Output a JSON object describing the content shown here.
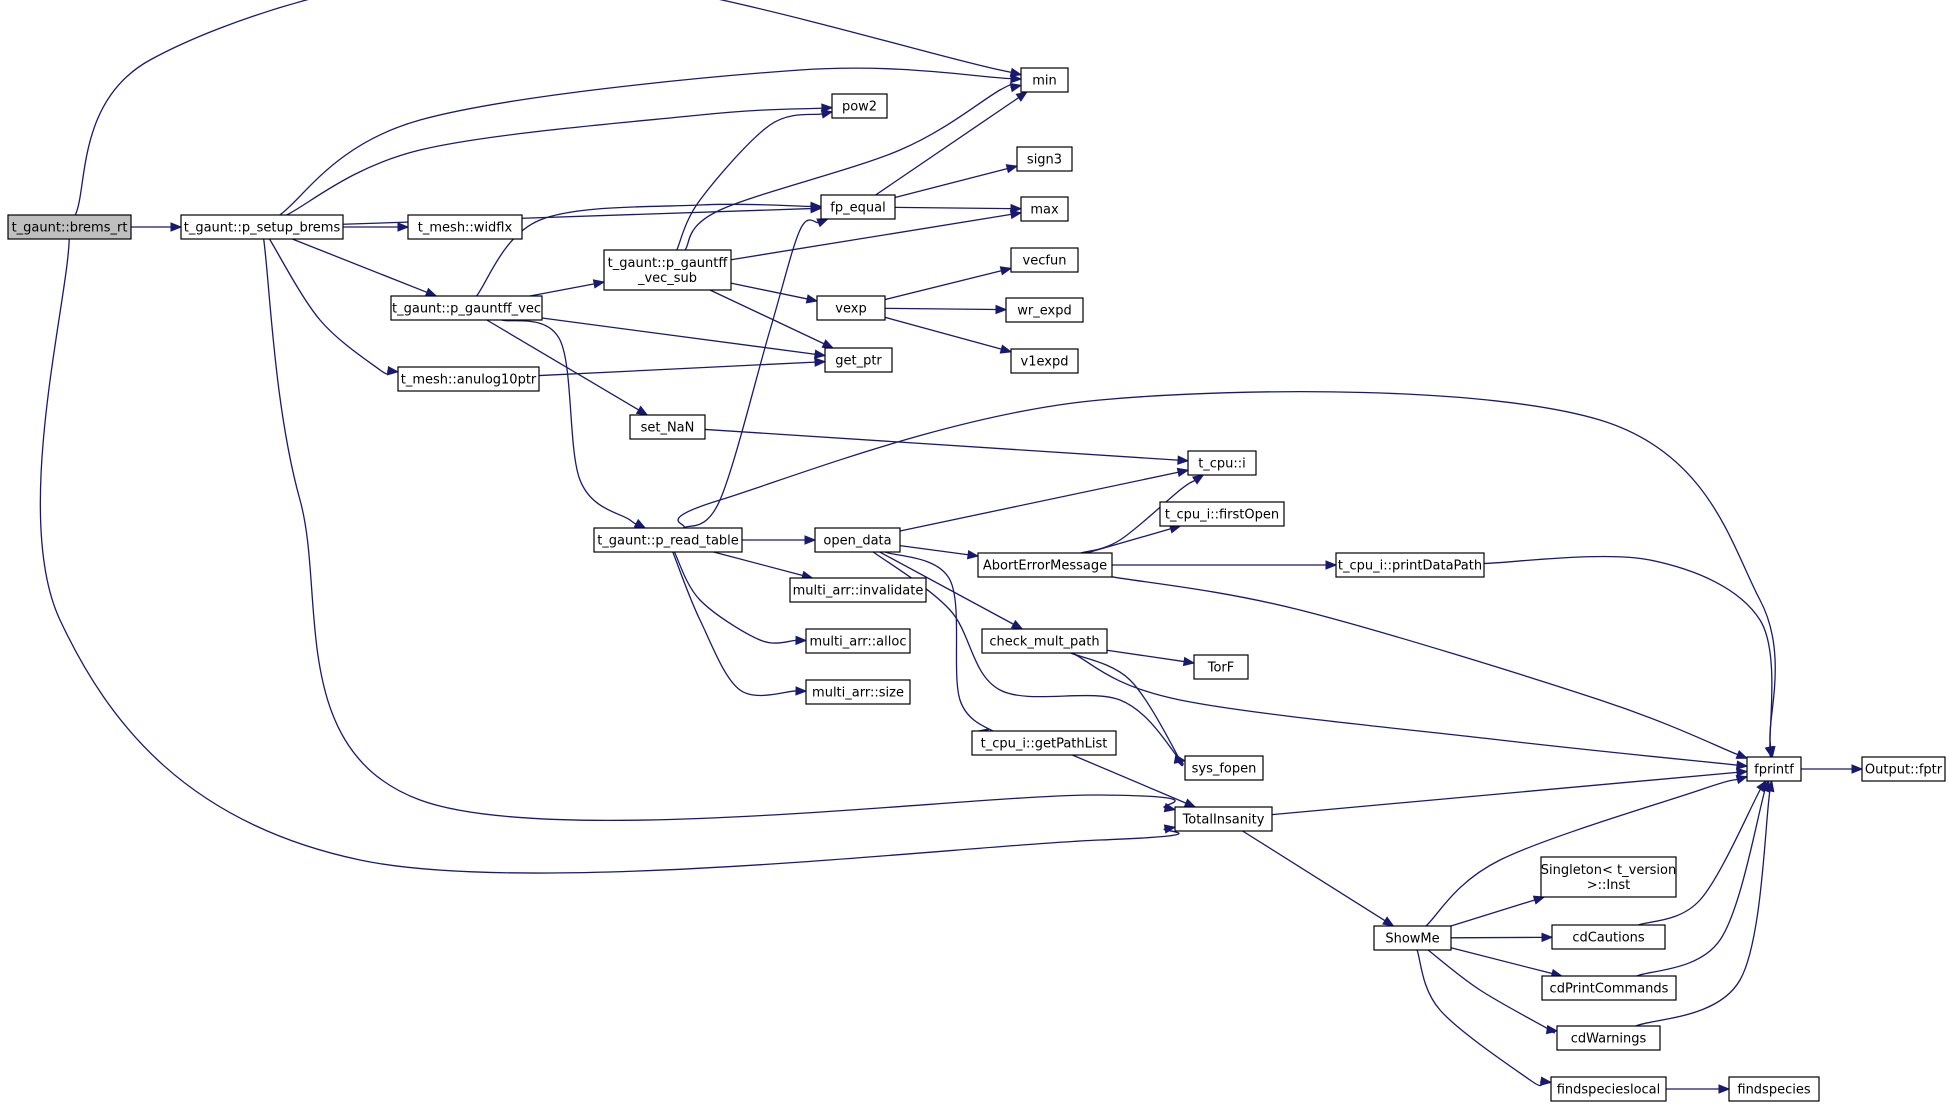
{
  "colors": {
    "edge": "#191970",
    "root_fill": "#bfbfbf",
    "node_fill": "#ffffff",
    "node_border": "#000000"
  },
  "nodes": [
    {
      "id": "brems_rt",
      "lines": [
        "t_gaunt::brems_rt"
      ],
      "root": true
    },
    {
      "id": "p_setup_brems",
      "lines": [
        "t_gaunt::p_setup_brems"
      ]
    },
    {
      "id": "min",
      "lines": [
        "min"
      ]
    },
    {
      "id": "pow2",
      "lines": [
        "pow2"
      ]
    },
    {
      "id": "fp_equal",
      "lines": [
        "fp_equal"
      ]
    },
    {
      "id": "widflx",
      "lines": [
        "t_mesh::widflx"
      ]
    },
    {
      "id": "p_gauntff_vec",
      "lines": [
        "t_gaunt::p_gauntff_vec"
      ]
    },
    {
      "id": "anulog10ptr",
      "lines": [
        "t_mesh::anulog10ptr"
      ]
    },
    {
      "id": "p_gauntff_vec_sub",
      "lines": [
        "t_gaunt::p_gauntff",
        "_vec_sub"
      ]
    },
    {
      "id": "sign3",
      "lines": [
        "sign3"
      ]
    },
    {
      "id": "max",
      "lines": [
        "max"
      ]
    },
    {
      "id": "vecfun",
      "lines": [
        "vecfun"
      ]
    },
    {
      "id": "vexp",
      "lines": [
        "vexp"
      ]
    },
    {
      "id": "wr_expd",
      "lines": [
        "wr_expd"
      ]
    },
    {
      "id": "get_ptr",
      "lines": [
        "get_ptr"
      ]
    },
    {
      "id": "v1expd",
      "lines": [
        "v1expd"
      ]
    },
    {
      "id": "set_NaN",
      "lines": [
        "set_NaN"
      ]
    },
    {
      "id": "t_cpu_i",
      "lines": [
        "t_cpu::i"
      ]
    },
    {
      "id": "firstOpen",
      "lines": [
        "t_cpu_i::firstOpen"
      ]
    },
    {
      "id": "p_read_table",
      "lines": [
        "t_gaunt::p_read_table"
      ]
    },
    {
      "id": "open_data",
      "lines": [
        "open_data"
      ]
    },
    {
      "id": "AbortErrorMessage",
      "lines": [
        "AbortErrorMessage"
      ]
    },
    {
      "id": "printDataPath",
      "lines": [
        "t_cpu_i::printDataPath"
      ]
    },
    {
      "id": "invalidate",
      "lines": [
        "multi_arr::invalidate"
      ]
    },
    {
      "id": "alloc",
      "lines": [
        "multi_arr::alloc"
      ]
    },
    {
      "id": "size",
      "lines": [
        "multi_arr::size"
      ]
    },
    {
      "id": "check_mult_path",
      "lines": [
        "check_mult_path"
      ]
    },
    {
      "id": "TorF",
      "lines": [
        "TorF"
      ]
    },
    {
      "id": "getPathList",
      "lines": [
        "t_cpu_i::getPathList"
      ]
    },
    {
      "id": "sys_fopen",
      "lines": [
        "sys_fopen"
      ]
    },
    {
      "id": "fprintf",
      "lines": [
        "fprintf"
      ]
    },
    {
      "id": "Output_fptr",
      "lines": [
        "Output::fptr"
      ]
    },
    {
      "id": "TotalInsanity",
      "lines": [
        "TotalInsanity"
      ]
    },
    {
      "id": "Singleton_Inst",
      "lines": [
        "Singleton< t_version",
        ">::Inst"
      ]
    },
    {
      "id": "ShowMe",
      "lines": [
        "ShowMe"
      ]
    },
    {
      "id": "cdCautions",
      "lines": [
        "cdCautions"
      ]
    },
    {
      "id": "cdPrintCommands",
      "lines": [
        "cdPrintCommands"
      ]
    },
    {
      "id": "cdWarnings",
      "lines": [
        "cdWarnings"
      ]
    },
    {
      "id": "findspecieslocal",
      "lines": [
        "findspecieslocal"
      ]
    },
    {
      "id": "findspecies",
      "lines": [
        "findspecies"
      ]
    }
  ],
  "edges": [
    [
      "brems_rt",
      "p_setup_brems"
    ],
    [
      "brems_rt",
      "min"
    ],
    [
      "brems_rt",
      "TotalInsanity"
    ],
    [
      "p_setup_brems",
      "min"
    ],
    [
      "p_setup_brems",
      "pow2"
    ],
    [
      "p_setup_brems",
      "fp_equal"
    ],
    [
      "p_setup_brems",
      "widflx"
    ],
    [
      "p_setup_brems",
      "p_gauntff_vec"
    ],
    [
      "p_setup_brems",
      "anulog10ptr"
    ],
    [
      "p_setup_brems",
      "TotalInsanity"
    ],
    [
      "p_gauntff_vec",
      "fp_equal"
    ],
    [
      "p_gauntff_vec",
      "p_gauntff_vec_sub"
    ],
    [
      "p_gauntff_vec",
      "get_ptr"
    ],
    [
      "p_gauntff_vec",
      "set_NaN"
    ],
    [
      "p_gauntff_vec",
      "p_read_table"
    ],
    [
      "anulog10ptr",
      "get_ptr"
    ],
    [
      "p_gauntff_vec_sub",
      "pow2"
    ],
    [
      "p_gauntff_vec_sub",
      "min"
    ],
    [
      "p_gauntff_vec_sub",
      "max"
    ],
    [
      "p_gauntff_vec_sub",
      "vexp"
    ],
    [
      "p_gauntff_vec_sub",
      "get_ptr"
    ],
    [
      "fp_equal",
      "min"
    ],
    [
      "fp_equal",
      "sign3"
    ],
    [
      "fp_equal",
      "max"
    ],
    [
      "vexp",
      "vecfun"
    ],
    [
      "vexp",
      "wr_expd"
    ],
    [
      "vexp",
      "v1expd"
    ],
    [
      "set_NaN",
      "t_cpu_i"
    ],
    [
      "p_read_table",
      "fp_equal"
    ],
    [
      "p_read_table",
      "fprintf"
    ],
    [
      "p_read_table",
      "open_data"
    ],
    [
      "p_read_table",
      "invalidate"
    ],
    [
      "p_read_table",
      "alloc"
    ],
    [
      "p_read_table",
      "size"
    ],
    [
      "open_data",
      "t_cpu_i"
    ],
    [
      "open_data",
      "AbortErrorMessage"
    ],
    [
      "open_data",
      "check_mult_path"
    ],
    [
      "open_data",
      "getPathList"
    ],
    [
      "open_data",
      "sys_fopen"
    ],
    [
      "AbortErrorMessage",
      "t_cpu_i"
    ],
    [
      "AbortErrorMessage",
      "firstOpen"
    ],
    [
      "AbortErrorMessage",
      "printDataPath"
    ],
    [
      "AbortErrorMessage",
      "fprintf"
    ],
    [
      "printDataPath",
      "fprintf"
    ],
    [
      "check_mult_path",
      "TorF"
    ],
    [
      "check_mult_path",
      "sys_fopen"
    ],
    [
      "check_mult_path",
      "fprintf"
    ],
    [
      "getPathList",
      "TotalInsanity"
    ],
    [
      "TotalInsanity",
      "fprintf"
    ],
    [
      "TotalInsanity",
      "ShowMe"
    ],
    [
      "ShowMe",
      "fprintf"
    ],
    [
      "ShowMe",
      "Singleton_Inst"
    ],
    [
      "ShowMe",
      "cdCautions"
    ],
    [
      "ShowMe",
      "cdPrintCommands"
    ],
    [
      "ShowMe",
      "cdWarnings"
    ],
    [
      "ShowMe",
      "findspecieslocal"
    ],
    [
      "cdCautions",
      "fprintf"
    ],
    [
      "cdPrintCommands",
      "fprintf"
    ],
    [
      "cdWarnings",
      "fprintf"
    ],
    [
      "findspecieslocal",
      "findspecies"
    ],
    [
      "fprintf",
      "Output_fptr"
    ]
  ]
}
